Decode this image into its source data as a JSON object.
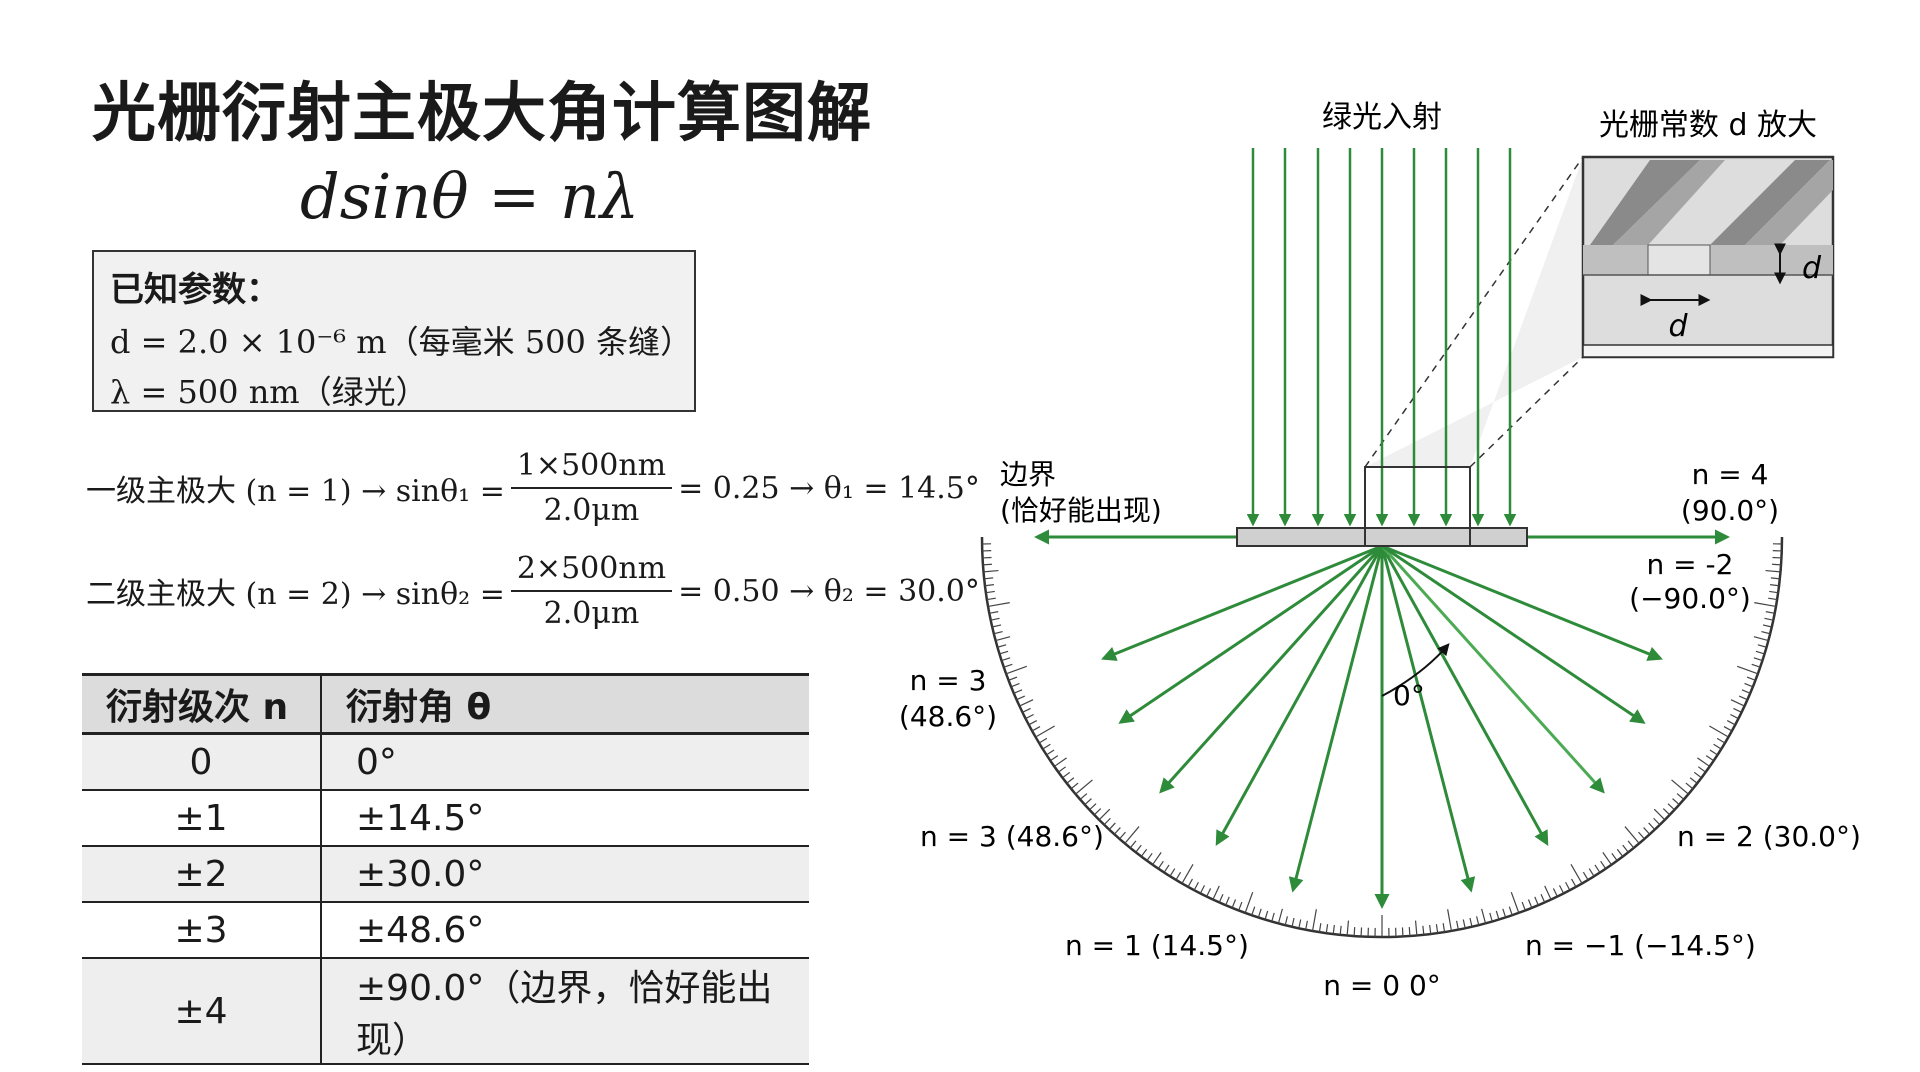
{
  "title": "光栅衍射主极大角计算图解",
  "formula": "dsinθ = nλ",
  "known": {
    "heading": "已知参数：",
    "line1": "d = 2.0 × 10⁻⁶ m（每毫米 500 条缝）",
    "line2": "λ = 500 nm（绿光）"
  },
  "eq1": {
    "lead": "一级主极大 (n = 1) → sinθ₁ =",
    "num": "1×500nm",
    "den": "2.0μm",
    "tail": "= 0.25 → θ₁ = 14.5°"
  },
  "eq2": {
    "lead": "二级主极大 (n = 2) → sinθ₂ =",
    "num": "2×500nm",
    "den": "2.0μm",
    "tail": "= 0.50 → θ₂ = 30.0°"
  },
  "table": {
    "headers": [
      "衍射级次 n",
      "衍射角 θ"
    ],
    "rows": [
      [
        "0",
        "0°"
      ],
      [
        "±1",
        "±14.5°"
      ],
      [
        "±2",
        "±30.0°"
      ],
      [
        "±3",
        "±48.6°"
      ],
      [
        "±4",
        "±90.0°（边界，恰好能出现）"
      ]
    ]
  },
  "diagram": {
    "incident_label": "绿光入射",
    "inset_title": "光栅常数 d 放大",
    "inset_d_vertical": "d",
    "inset_d_horizontal": "d",
    "boundary_label_1": "边界",
    "boundary_label_2": "(恰好能出现)",
    "zero_angle_label": "0°",
    "labels": {
      "n4_top": "n = 4",
      "n4_bottom": "(90.0°)",
      "nm2_top": "n = -2",
      "nm2_bottom": "(−90.0°)",
      "n3_left_top": "n = 3",
      "n3_left_bottom": "(48.6°)",
      "n3_lower": "n = 3 (48.6°)",
      "n2_right": "n = 2 (30.0°)",
      "n1": "n = 1 (14.5°)",
      "nm1": "n = −1 (−14.5°)",
      "n0": "n = 0  0°"
    },
    "colors": {
      "beam": "#2e8b3a",
      "beam_light": "#4caa55",
      "grating": "#d0d0d0"
    }
  }
}
